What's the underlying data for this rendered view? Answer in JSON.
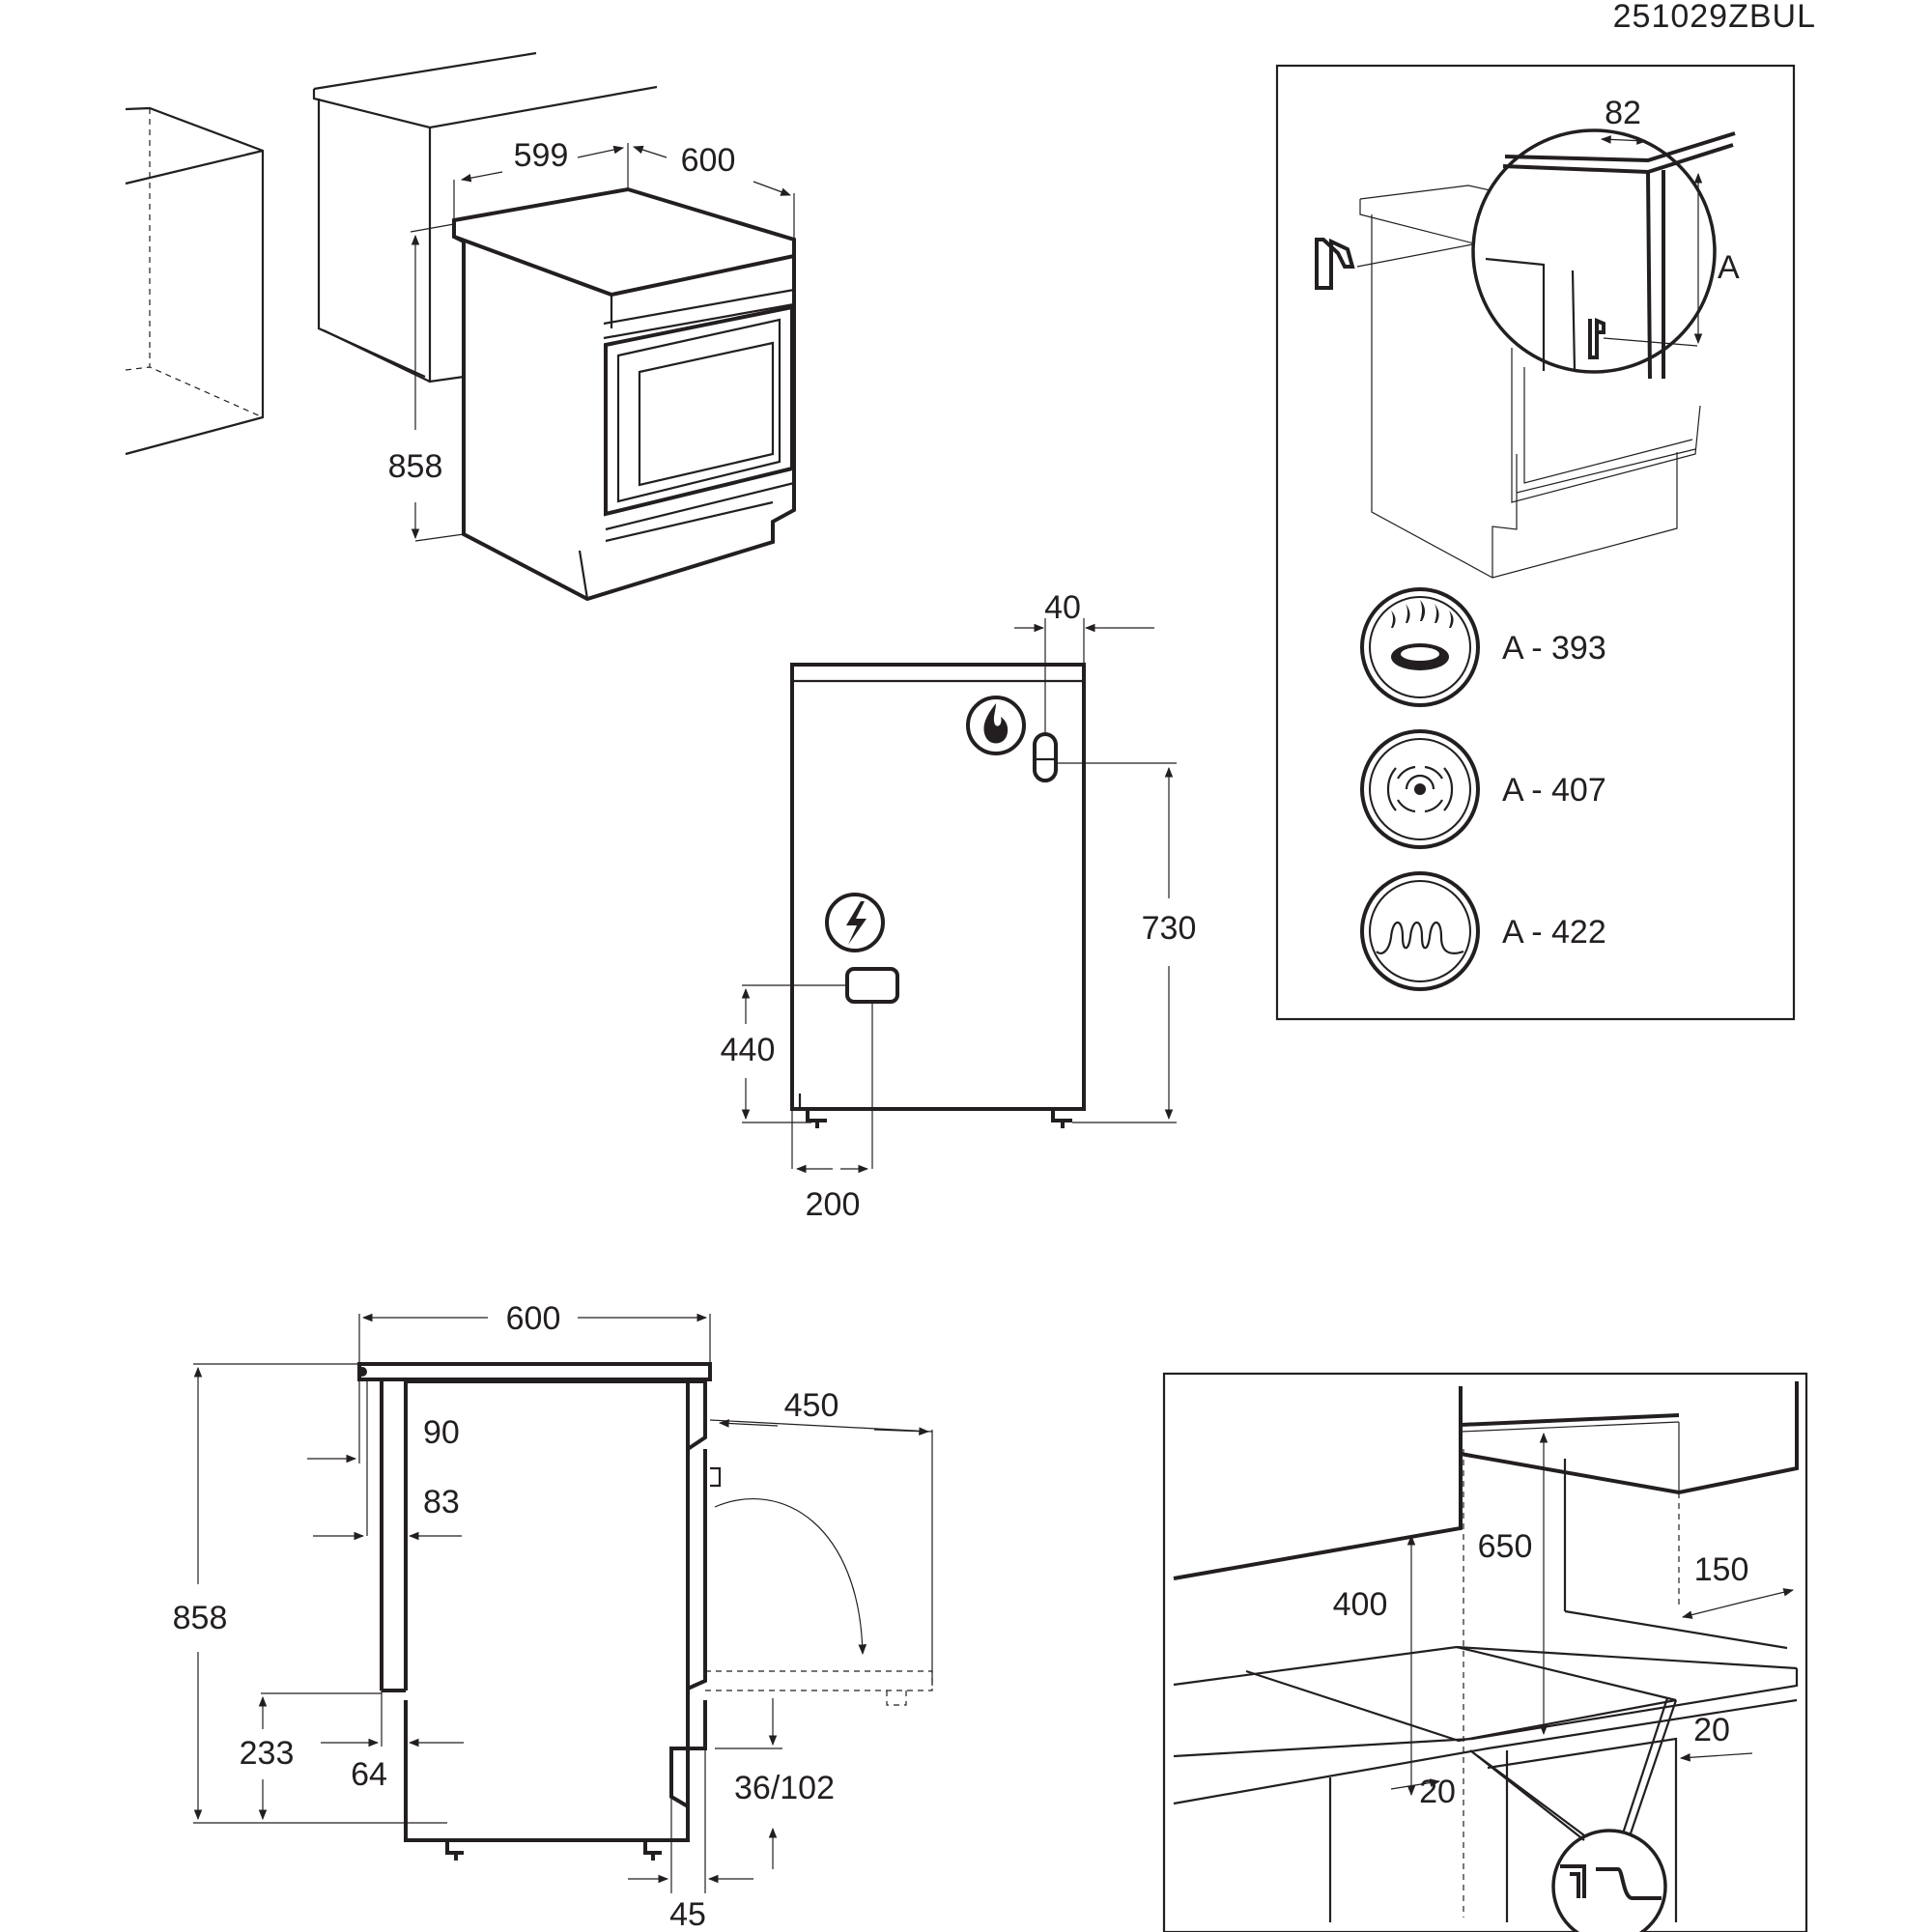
{
  "document_code": "251029ZBUL",
  "views": {
    "installation_view": {
      "width_left": "599",
      "width_right": "600",
      "height": "858"
    },
    "rear_view": {
      "gas_offset_top": "40",
      "gas_height": "730",
      "electric_height": "440",
      "electric_offset_side": "200"
    },
    "side_view": {
      "width": "600",
      "door_open": "450",
      "dim_90": "90",
      "dim_83": "83",
      "height": "858",
      "dim_233": "233",
      "dim_64": "64",
      "adjustable_feet": "36/102",
      "dim_45": "45"
    },
    "clearance_view": {
      "dim_650": "650",
      "dim_400": "400",
      "dim_150": "150",
      "dim_20_right": "20",
      "dim_20_left": "20"
    },
    "anti_tilt_panel": {
      "bracket_gap": "82",
      "height_var": "A",
      "legend": [
        {
          "icon": "gas-burner-icon",
          "label": "A - 393"
        },
        {
          "icon": "fan-oven-icon",
          "label": "A - 407"
        },
        {
          "icon": "heating-coil-icon",
          "label": "A - 422"
        }
      ]
    }
  },
  "icons": [
    "flame-icon",
    "lightning-icon",
    "gas-burner-icon",
    "fan-oven-icon",
    "heating-coil-icon"
  ],
  "colors": {
    "ink": "#231f20",
    "paper": "#ffffff"
  }
}
